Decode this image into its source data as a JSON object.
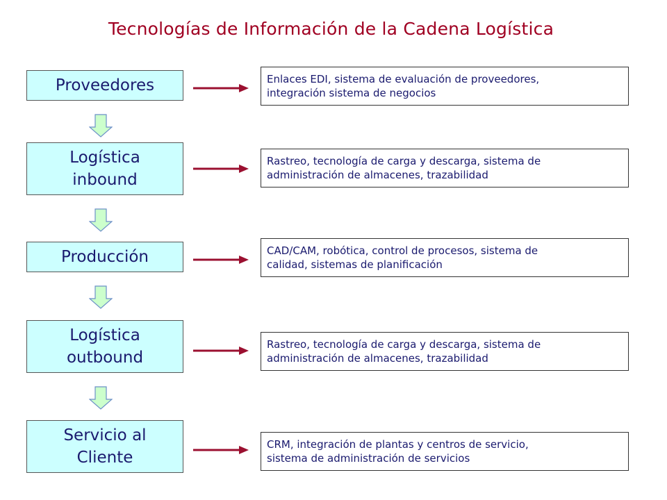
{
  "title": "Tecnologías de Información de la Cadena Logística",
  "colors": {
    "title": "#a00022",
    "stage_fill": "#ccffff",
    "text": "#1a1a6e",
    "arrow_right": "#9b1030",
    "arrow_down_fill": "#ccffcc",
    "arrow_down_stroke": "#6b8fc7"
  },
  "stages": [
    {
      "label": "Proveedores",
      "description": "Enlaces EDI, sistema de evaluación de proveedores,\nintegración sistema de negocios"
    },
    {
      "label": "Logística\ninbound",
      "description": "Rastreo, tecnología de carga y descarga, sistema de\nadministración de almacenes, trazabilidad"
    },
    {
      "label": "Producción",
      "description": "CAD/CAM, robótica, control de procesos, sistema de\ncalidad, sistemas de planificación"
    },
    {
      "label": "Logística\noutbound",
      "description": "Rastreo, tecnología de carga y descarga, sistema de\nadministración de almacenes, trazabilidad"
    },
    {
      "label": "Servicio al\nCliente",
      "description": "CRM, integración de plantas y centros de servicio,\nsistema de administración de servicios"
    }
  ]
}
